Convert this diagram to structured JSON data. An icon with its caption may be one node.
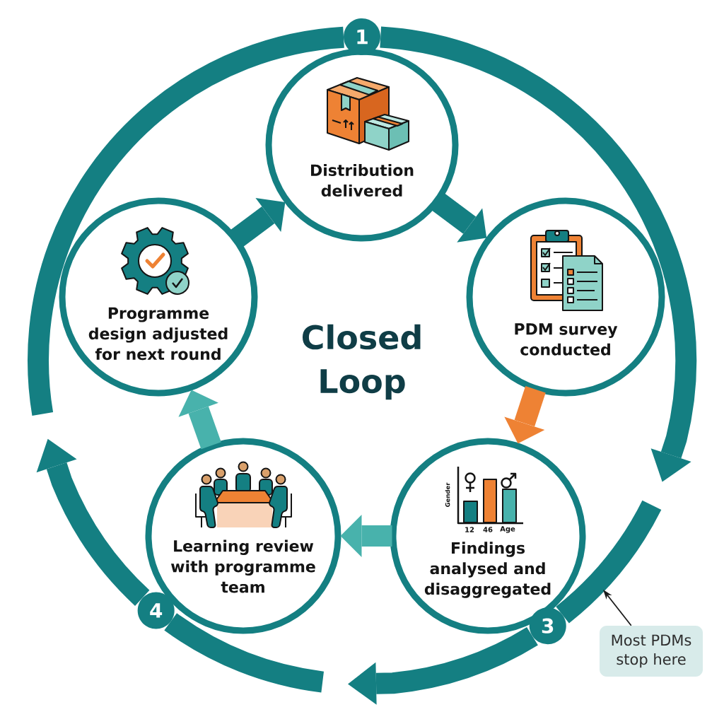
{
  "diagram": {
    "title": "Closed Loop",
    "nodes": [
      {
        "text": [
          "Distribution delivered"
        ]
      },
      {
        "text": [
          "PDM survey conducted"
        ]
      },
      {
        "text": [
          "Findings analysed and disaggregated"
        ]
      },
      {
        "text": [
          "Learning review with programme team"
        ]
      },
      {
        "text": [
          "Programme design adjusted for next round"
        ]
      },
      {
        "text": [
          "1"
        ]
      },
      {
        "text": [
          "3"
        ]
      },
      {
        "text": [
          "4"
        ]
      },
      {
        "text": [
          "Most PDMs stop here"
        ]
      }
    ],
    "edges": [
      {
        "from": 0,
        "to": 1,
        "arrow": "to"
      },
      {
        "from": 1,
        "to": 2,
        "arrow": "to",
        "color": "#ee8234"
      },
      {
        "from": 2,
        "to": 3,
        "arrow": "to",
        "color": "#48b2ac"
      },
      {
        "from": 3,
        "to": 4,
        "arrow": "to",
        "color": "#48b2ac"
      },
      {
        "from": 4,
        "to": 0,
        "arrow": "to"
      },
      {
        "from": 5,
        "to": null,
        "arrow": "to"
      },
      {
        "from": null,
        "to": 6,
        "arrow": "none"
      },
      {
        "from": 6,
        "to": null,
        "arrow": "to"
      },
      {
        "from": null,
        "to": 7,
        "arrow": "none"
      },
      {
        "from": 7,
        "to": null,
        "arrow": "to"
      },
      {
        "from": null,
        "to": 5,
        "arrow": "none"
      },
      {
        "from": 8,
        "to": null,
        "arrow": "to",
        "color": "#1a1a1a"
      }
    ],
    "labels": [
      "Gender",
      "12",
      "46",
      "Age"
    ]
  }
}
